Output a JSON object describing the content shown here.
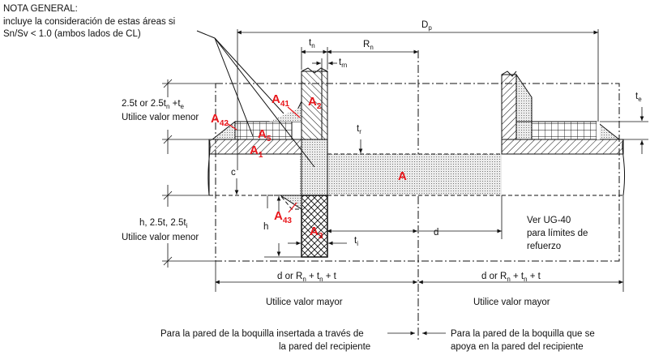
{
  "general_note": {
    "title": "NOTA GENERAL:",
    "line1": "incluye la consideración de estas áreas si",
    "line2": "Sn/Sv < 1.0 (ambos lados de CL)"
  },
  "dimensions": {
    "Dp": {
      "main": "D",
      "sub": "p"
    },
    "tn": {
      "main": "t",
      "sub": "n"
    },
    "trn": {
      "main": "t",
      "sub": "rn"
    },
    "Rn": {
      "main": "R",
      "sub": "n"
    },
    "te": {
      "main": "t",
      "sub": "e"
    },
    "tr": {
      "main": "t",
      "sub": "r"
    },
    "ti": {
      "main": "t",
      "sub": "i"
    },
    "c": "c",
    "h": "h",
    "d": "d"
  },
  "upper_limit": {
    "line1_a": "2.5t or 2.5t",
    "line1_sub": "n",
    "line1_b": " +t",
    "line1_sub2": "e",
    "line2": "Utilice valor menor"
  },
  "lower_limit": {
    "line1_a": "h, 2.5t, 2.5t",
    "line1_sub": "i",
    "line2": "Utilice valor menor"
  },
  "areas": {
    "A": "A",
    "A1": {
      "main": "A",
      "sub": "1"
    },
    "A2": {
      "main": "A",
      "sub": "2"
    },
    "A3": {
      "main": "A",
      "sub": "3"
    },
    "A41": {
      "main": "A",
      "sub": "41"
    },
    "A42": {
      "main": "A",
      "sub": "42"
    },
    "A43": {
      "main": "A",
      "sub": "43"
    },
    "A5": {
      "main": "A",
      "sub": "5"
    }
  },
  "ug40_note": {
    "line1": "Ver UG-40",
    "line2": "para límites de",
    "line3": "refuerzo"
  },
  "width_left": {
    "a": "d or R",
    "sub": "n",
    "b": " + t",
    "sub2": "n",
    "c": " + t"
  },
  "width_right": {
    "a": "d or R",
    "sub": "n",
    "b": " + t",
    "sub2": "n",
    "c": " + t"
  },
  "use_greater_left": "Utilice valor mayor",
  "use_greater_right": "Utilice valor mayor",
  "caption_left": {
    "line1": "Para la pared de la boquilla insertada a través de",
    "line2": "la pared del recipiente"
  },
  "caption_right": {
    "line1": "Para la pared de la boquilla que se",
    "line2": "apoya en la pared del recipiente"
  },
  "colors": {
    "line": "#111111",
    "label_red": "#e8161b",
    "area_dots": "#cfcfcf"
  }
}
